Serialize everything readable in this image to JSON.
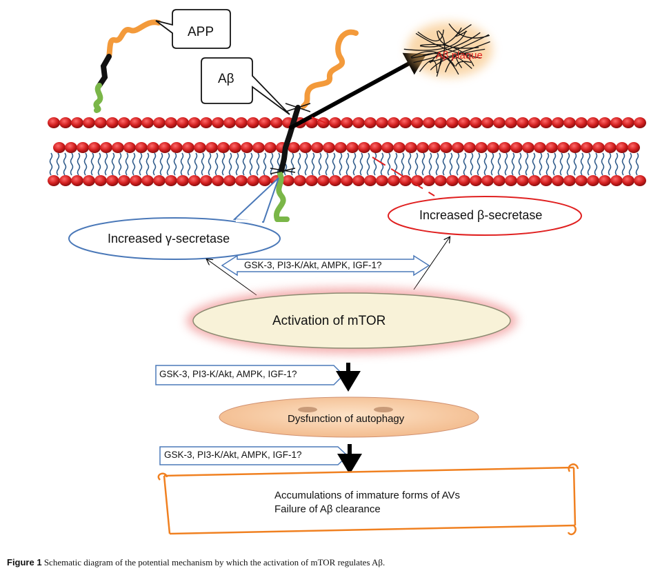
{
  "labels": {
    "app": "APP",
    "abeta": "Aβ",
    "plaque": "Aβ plaque",
    "beta_secretase": "Increased β-secretase",
    "gamma_secretase": "Increased γ-secretase",
    "modulators_top": "GSK-3, PI3-K/Akt, AMPK, IGF-1?",
    "modulators_mid": "GSK-3, PI3-K/Akt, AMPK, IGF-1?",
    "modulators_bottom": "GSK-3, PI3-K/Akt, AMPK, IGF-1?",
    "mtor": "Activation of mTOR",
    "autophagy": "Dysfunction of autophagy",
    "accumulation": "Accumulations of immature forms of AVs",
    "clearance": "Failure of Aβ clearance"
  },
  "caption": {
    "label": "Figure 1",
    "text": "Schematic diagram of the potential mechanism by which the activation of mTOR regulates Aβ."
  },
  "colors": {
    "membrane_head": "#c41a1a",
    "membrane_tail": "#2e5a8a",
    "app_orange": "#f39a3b",
    "app_green": "#7ab648",
    "beta_ellipse": "#e02020",
    "gamma_ellipse": "#4a78b8",
    "mtor_fill": "#f8f2d8",
    "mtor_glow": "#f09090",
    "autophagy_fill": "#f6c9a0",
    "scroll_border": "#f08020"
  }
}
